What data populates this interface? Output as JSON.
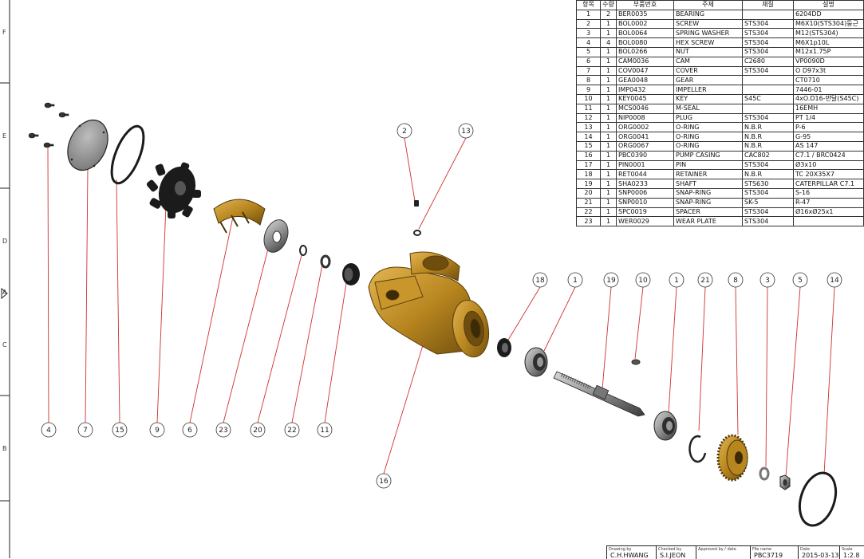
{
  "bom": {
    "headers": [
      "항목",
      "수량",
      "부품번호",
      "주제",
      "재질",
      "설명"
    ],
    "rows": [
      [
        "1",
        "2",
        "BER0035",
        "BEARING",
        "",
        "6204DD"
      ],
      [
        "2",
        "1",
        "BOL0002",
        "SCREW",
        "STS304",
        "M6X10(STS304)둥근"
      ],
      [
        "3",
        "1",
        "BOL0064",
        "SPRING WASHER",
        "STS304",
        "M12(STS304)"
      ],
      [
        "4",
        "4",
        "BOL0080",
        "HEX SCREW",
        "STS304",
        "M6X1p10L"
      ],
      [
        "5",
        "1",
        "BOL0266",
        "NUT",
        "STS304",
        "M12x1.75P"
      ],
      [
        "6",
        "1",
        "CAM0036",
        "CAM",
        "C2680",
        "VP0090D"
      ],
      [
        "7",
        "1",
        "COV0047",
        "COVER",
        "STS304",
        "O D97x3t"
      ],
      [
        "8",
        "1",
        "GEA0048",
        "GEAR",
        "",
        "CT0710"
      ],
      [
        "9",
        "1",
        "IMP0432",
        "IMPELLER",
        "",
        "7446-01"
      ],
      [
        "10",
        "1",
        "KEY0045",
        "KEY",
        "S45C",
        "4xO.D16-반달(S45C)"
      ],
      [
        "11",
        "1",
        "MCS0046",
        "M-SEAL",
        "",
        "16EMH"
      ],
      [
        "12",
        "1",
        "NIP0008",
        "PLUG",
        "STS304",
        "PT 1/4"
      ],
      [
        "13",
        "1",
        "ORG0002",
        "O-RING",
        "N.B.R",
        "P-6"
      ],
      [
        "14",
        "1",
        "ORG0041",
        "O-RING",
        "N.B.R",
        "G-95"
      ],
      [
        "15",
        "1",
        "ORG0067",
        "O-RING",
        "N.B.R",
        "AS 147"
      ],
      [
        "16",
        "1",
        "PBC0390",
        "PUMP CASING",
        "CAC802",
        "C7.1 / BRC0424"
      ],
      [
        "17",
        "1",
        "PIN0001",
        "PIN",
        "STS304",
        "Ø3x10"
      ],
      [
        "18",
        "1",
        "RET0044",
        "RETAINER",
        "N.B.R",
        "TC 20X35X7"
      ],
      [
        "19",
        "1",
        "SHA0233",
        "SHAFT",
        "STS630",
        "CATERPILLAR C7.1"
      ],
      [
        "20",
        "1",
        "SNP0006",
        "SNAP-RING",
        "STS304",
        "S-16"
      ],
      [
        "21",
        "1",
        "SNP0010",
        "SNAP-RING",
        "SK-5",
        "R-47"
      ],
      [
        "22",
        "1",
        "SPC0019",
        "SPACER",
        "STS304",
        "Ø16xØ25x1"
      ],
      [
        "23",
        "1",
        "WER0029",
        "WEAR PLATE",
        "STS304",
        ""
      ]
    ]
  },
  "balloons": {
    "b2": "2",
    "b13": "13",
    "b18": "18",
    "b1a": "1",
    "b19": "19",
    "b10": "10",
    "b1b": "1",
    "b21": "21",
    "b8": "8",
    "b3": "3",
    "b5": "5",
    "b14": "14",
    "b4": "4",
    "b7": "7",
    "b15": "15",
    "b9": "9",
    "b6": "6",
    "b23": "23",
    "b20": "20",
    "b22": "22",
    "b11": "11",
    "b16": "16"
  },
  "zones": {
    "f": "F",
    "e": "E",
    "d": "D",
    "a": "A",
    "c": "C",
    "b": "B"
  },
  "title_block": {
    "drawn_label": "Drawing by",
    "drawn_by": "C.H.HWANG",
    "checked_label": "Checked by",
    "checked_by": "S.I.JEON",
    "approved_label": "Approved by / date",
    "file_label": "File name",
    "file_name": "PBC3719",
    "date_label": "Date",
    "date": "2015-03-13",
    "scale_label": "Scale",
    "scale": "1:2.8"
  },
  "colors": {
    "brass": "#b8861f",
    "brass_dark": "#6e4d0e",
    "steel": "#8d8d8d",
    "steel_dark": "#2e2e2e",
    "leader": "#d0312d",
    "rubber": "#1b1b1b"
  }
}
